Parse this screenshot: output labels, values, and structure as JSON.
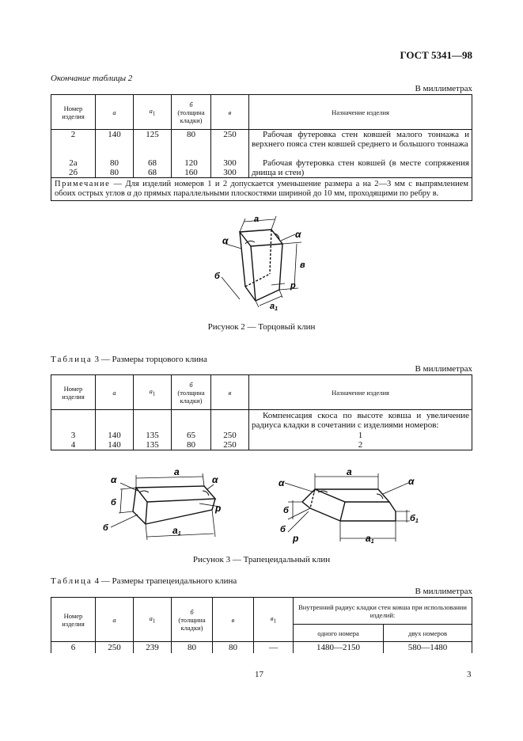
{
  "header": {
    "standard": "ГОСТ 5341—98"
  },
  "table2": {
    "continuation": "Окончание таблицы 2",
    "unit": "В миллиметрах",
    "headers": {
      "number": "Номер изделия",
      "a": "а",
      "a1": "а",
      "a1_sub": "1",
      "b_main": "б",
      "b_sub": "(толщина кладки)",
      "v": "в",
      "purpose": "Назначение изделия"
    },
    "rows": [
      {
        "num": "2",
        "a": "140",
        "a1": "125",
        "b": "80",
        "v": "250"
      },
      {
        "num": "2а",
        "a": "80",
        "a1": "68",
        "b": "120",
        "v": "300"
      },
      {
        "num": "2б",
        "a": "80",
        "a1": "68",
        "b": "160",
        "v": "300"
      }
    ],
    "purpose_1": "Рабочая футеровка стен ковшей малого тоннажа и верхнего пояса стен ковшей среднего и большого тоннажа",
    "purpose_2": "Рабочая футеровка стен ковшей (в месте сопряжения днища и стен)",
    "note_label": "Примечание",
    "note_text": " — Для изделий номеров 1 и 2 допускается уменьшение размера а на 2—3 мм с выпрямлением обоих острых углов α до прямых параллельными плоскостями шириной до 10 мм, проходящими по ребру в."
  },
  "figure2": {
    "caption": "Рисунок 2 — Торцовый клин",
    "labels": {
      "a": "а",
      "alpha": "α",
      "v": "в",
      "b": "б",
      "p": "р",
      "a1": "а"
    }
  },
  "table3": {
    "title_label": "Таблица",
    "title_text": "3 — Размеры торцового клина",
    "unit": "В миллиметрах",
    "purpose_intro": "Компенсация скоса по высоте ковша и увеличение радиуса кладки в сочетании с изделиями номеров:",
    "rows": [
      {
        "num": "3",
        "a": "140",
        "a1": "135",
        "b": "65",
        "v": "250",
        "p": "1"
      },
      {
        "num": "4",
        "a": "140",
        "a1": "135",
        "b": "80",
        "v": "250",
        "p": "2"
      }
    ]
  },
  "figure3": {
    "caption": "Рисунок 3 — Трапецеидальный клин",
    "labels": {
      "a": "а",
      "alpha": "α",
      "b": "б",
      "p": "р",
      "a1": "а",
      "b1": "б"
    }
  },
  "table4": {
    "title_label": "Таблица",
    "title_text": "4 — Размеры трапецеидального клина",
    "unit": "В миллиметрах",
    "headers": {
      "v1": "в",
      "v1_sub": "1",
      "radius": "Внутренний радиус кладки стен ковша при использовании изделий:",
      "one": "одного номера",
      "two": "двух номеров"
    },
    "rows": [
      {
        "num": "6",
        "a": "250",
        "a1": "239",
        "b": "80",
        "v": "80",
        "v1": "—",
        "one": "1480—2150",
        "two": "580—1480"
      }
    ]
  },
  "footer": {
    "page_center": "17",
    "page_right": "3"
  }
}
